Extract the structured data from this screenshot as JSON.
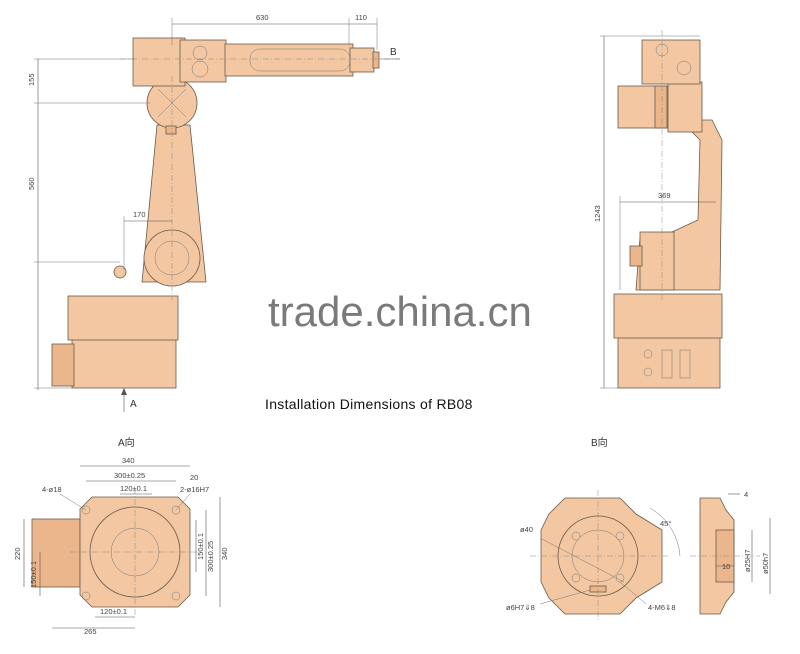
{
  "diagram": {
    "title": "Installation Dimensions of RB08",
    "watermark": "trade.china.cn",
    "side_view": {
      "dim_top_length": "630",
      "dim_top_end": "110",
      "dim_height_upper": "155",
      "dim_height_lower": "560",
      "dim_offset": "170",
      "label_b": "B",
      "label_a": "A"
    },
    "front_view": {
      "dim_total_height": "1243",
      "dim_width": "369"
    },
    "view_a": {
      "caption": "A向",
      "dim_width": "340",
      "dim_hole_spacing": "300±0.25",
      "dim_inner": "120±0.1",
      "dim_edge": "20",
      "note_holes": "4-ø18",
      "note_pins": "2-ø16H7",
      "dim_v_inner": "150±0.1",
      "dim_v_holes": "300±0.25",
      "dim_v_total": "340",
      "dim_left_h": "220",
      "dim_left_inner": "150±0.1",
      "dim_bottom_inner": "120±0.1",
      "dim_bottom_total": "265"
    },
    "view_b": {
      "caption": "B向",
      "dim_pcd": "ø40",
      "angle": "45°",
      "note_pin": "ø6H7⇓8",
      "note_thread": "4-M6⇓8",
      "dim_thickness": "4",
      "dim_depth": "10",
      "dim_bore": "ø25H7",
      "dim_flange": "ø50h7"
    }
  }
}
